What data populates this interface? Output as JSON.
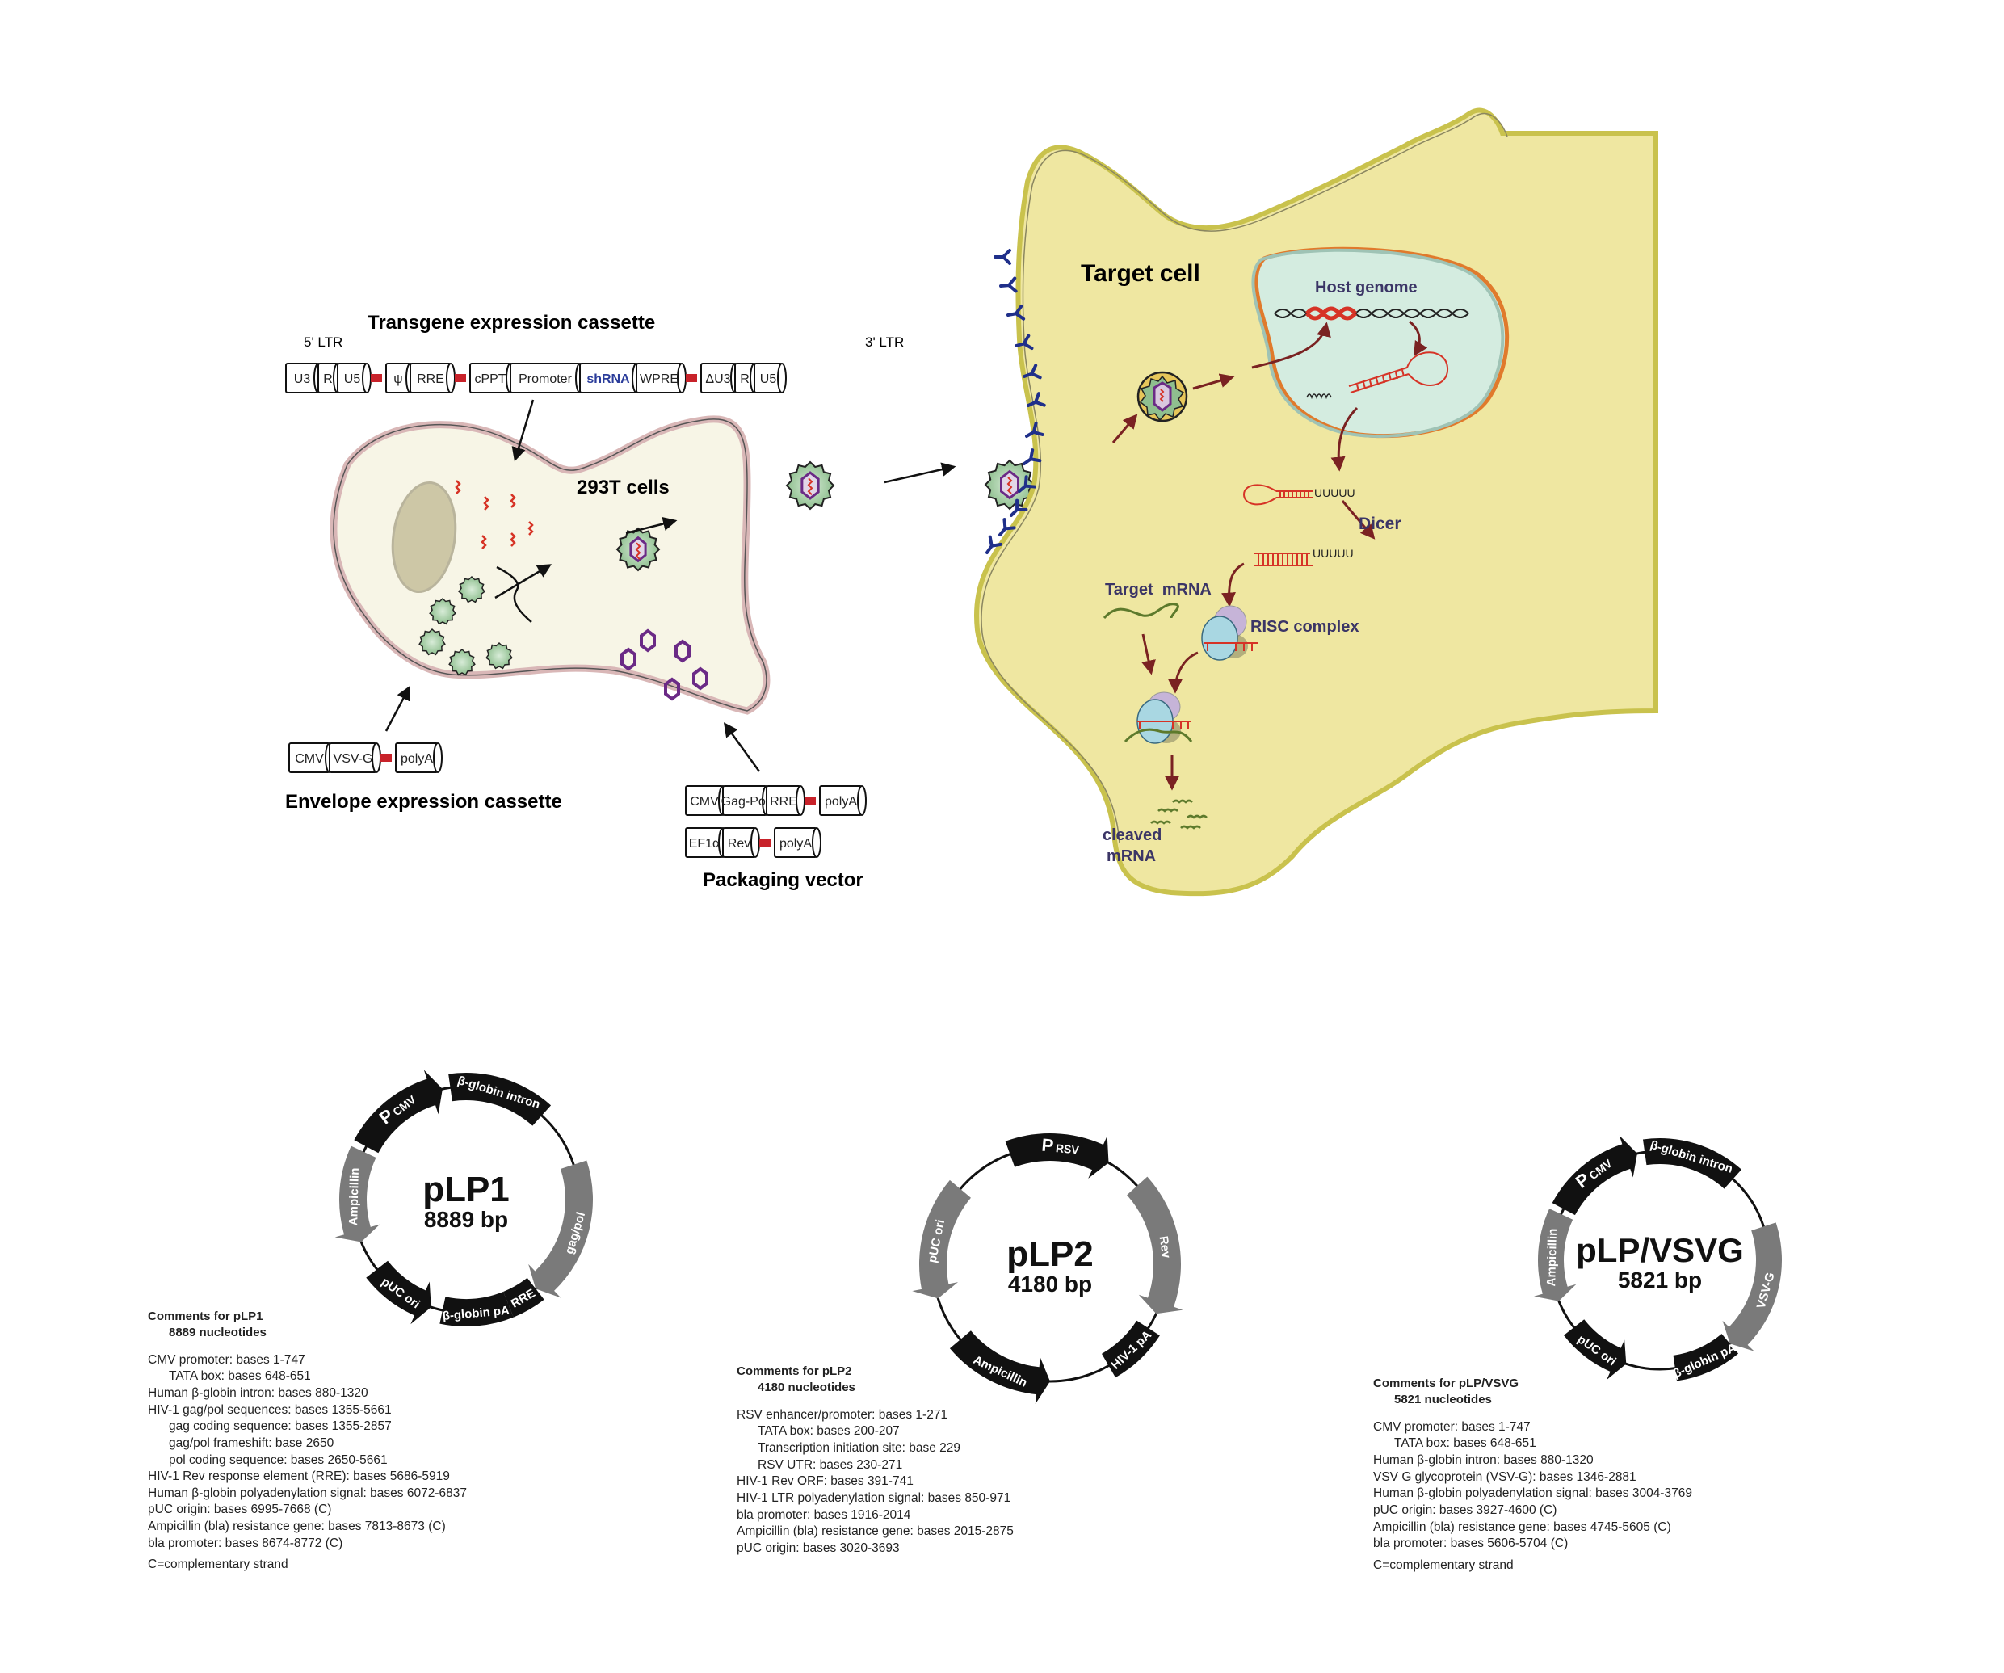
{
  "colors": {
    "cell293_fill": "#f7f5e6",
    "cell293_border": "#d9b7b7",
    "nucleus_fill": "#cdc7a6",
    "target_cell_fill": "#efe7a1",
    "target_cell_border": "#c9c24d",
    "nucleus2_fill": "#d4ece0",
    "nucleus2_border": "#e07a2c",
    "rna_red": "#d63326",
    "arrow_brown": "#7a2222",
    "receptor_blue": "#1f2f8a",
    "envelope_green": "#8fbf8f",
    "capsid_purple": "#6b2a86",
    "shrna_blue": "#2a3c9a",
    "linker_red": "#c8222a",
    "plasmid_black": "#111111",
    "plasmid_gray": "#7a7a7a",
    "mrna_green": "#5d7a2c",
    "risc_blue": "#a9d7e2",
    "risc_purple": "#c6b4d8"
  },
  "transgene": {
    "title": "Transgene expression cassette",
    "ltr5": "5' LTR",
    "ltr3": "3' LTR",
    "segments": [
      "U3",
      "R",
      "U5",
      "ψ",
      "RRE",
      "cPPT",
      "Promoter",
      "shRNA",
      "WPRE",
      "ΔU3",
      "R",
      "U5"
    ]
  },
  "producer": {
    "label": "293T cells"
  },
  "envelope": {
    "title": "Envelope expression cassette",
    "segments": [
      "CMV",
      "VSV-G",
      "polyA"
    ]
  },
  "packaging": {
    "title": "Packaging vector",
    "row1": [
      "CMV",
      "Gag-Pol",
      "RRE",
      "polyA"
    ],
    "row2": [
      "EF1α",
      "Rev",
      "polyA"
    ]
  },
  "target": {
    "label": "Target cell",
    "host_genome": "Host genome",
    "uuuuu1": "UUUUU",
    "dicer": "Dicer",
    "uuuuu2": "UUUUU",
    "target_mrna": "Target  mRNA",
    "risc": "RISC complex",
    "cleaved": "cleaved",
    "mrna": "mRNA"
  },
  "plasmids": [
    {
      "name": "pLP1",
      "size": "8889 bp",
      "features": [
        {
          "label": "P",
          "sub": "CMV",
          "color": "black"
        },
        {
          "label": "β-globin intron",
          "color": "black"
        },
        {
          "label": "gag/pol",
          "color": "gray"
        },
        {
          "label": "RRE",
          "color": "black"
        },
        {
          "label": "β-globin pA",
          "color": "black"
        },
        {
          "label": "pUC ori",
          "color": "black"
        },
        {
          "label": "Ampicillin",
          "color": "gray"
        }
      ],
      "comments": {
        "title": "Comments for pLP1",
        "subtitle": "8889 nucleotides",
        "lines": [
          {
            "text": "CMV promoter: bases 1-747",
            "indent": false
          },
          {
            "text": "TATA box: bases 648-651",
            "indent": true
          },
          {
            "text": "Human β-globin intron: bases 880-1320",
            "indent": false
          },
          {
            "text": "HIV-1 gag/pol sequences: bases 1355-5661",
            "indent": false
          },
          {
            "text": "gag coding sequence: bases 1355-2857",
            "indent": true
          },
          {
            "text": "gag/pol frameshift: base 2650",
            "indent": true
          },
          {
            "text": "pol coding sequence: bases 2650-5661",
            "indent": true
          },
          {
            "text": "HIV-1 Rev response element (RRE): bases 5686-5919",
            "indent": false
          },
          {
            "text": "Human β-globin polyadenylation signal: bases 6072-6837",
            "indent": false
          },
          {
            "text": "pUC origin: bases 6995-7668 (C)",
            "indent": false
          },
          {
            "text": "Ampicillin (bla) resistance gene: bases 7813-8673 (C)",
            "indent": false
          },
          {
            "text": "bla promoter: bases 8674-8772 (C)",
            "indent": false
          }
        ],
        "note": "C=complementary strand"
      }
    },
    {
      "name": "pLP2",
      "size": "4180 bp",
      "features": [
        {
          "label": "P",
          "sub": "RSV",
          "color": "black"
        },
        {
          "label": "Rev",
          "color": "gray"
        },
        {
          "label": "HIV-1 pA",
          "color": "black"
        },
        {
          "label": "Ampicillin",
          "color": "black"
        },
        {
          "label": "pUC ori",
          "color": "gray"
        }
      ],
      "comments": {
        "title": "Comments for pLP2",
        "subtitle": "4180 nucleotides",
        "lines": [
          {
            "text": "RSV enhancer/promoter: bases 1-271",
            "indent": false
          },
          {
            "text": "TATA box: bases 200-207",
            "indent": true
          },
          {
            "text": "Transcription initiation site: base 229",
            "indent": true
          },
          {
            "text": "RSV UTR: bases 230-271",
            "indent": true
          },
          {
            "text": "HIV-1 Rev ORF: bases 391-741",
            "indent": false
          },
          {
            "text": "HIV-1 LTR polyadenylation signal: bases 850-971",
            "indent": false
          },
          {
            "text": "bla promoter: bases 1916-2014",
            "indent": false
          },
          {
            "text": "Ampicillin (bla) resistance gene: bases 2015-2875",
            "indent": false
          },
          {
            "text": "pUC origin: bases 3020-3693",
            "indent": false
          }
        ],
        "note": ""
      }
    },
    {
      "name": "pLP/VSVG",
      "size": "5821 bp",
      "features": [
        {
          "label": "P",
          "sub": "CMV",
          "color": "black"
        },
        {
          "label": "β-globin intron",
          "color": "black"
        },
        {
          "label": "VSV-G",
          "color": "gray"
        },
        {
          "label": "β-globin pA",
          "color": "black"
        },
        {
          "label": "pUC ori",
          "color": "black"
        },
        {
          "label": "Ampicillin",
          "color": "gray"
        }
      ],
      "comments": {
        "title": "Comments for pLP/VSVG",
        "subtitle": "5821 nucleotides",
        "lines": [
          {
            "text": "CMV promoter: bases 1-747",
            "indent": false
          },
          {
            "text": "TATA box: bases 648-651",
            "indent": true
          },
          {
            "text": "Human β-globin intron: bases 880-1320",
            "indent": false
          },
          {
            "text": "VSV G glycoprotein (VSV-G): bases 1346-2881",
            "indent": false
          },
          {
            "text": "Human β-globin polyadenylation signal: bases 3004-3769",
            "indent": false
          },
          {
            "text": "pUC origin: bases 3927-4600 (C)",
            "indent": false
          },
          {
            "text": "Ampicillin (bla) resistance gene: bases 4745-5605 (C)",
            "indent": false
          },
          {
            "text": "bla promoter: bases 5606-5704 (C)",
            "indent": false
          }
        ],
        "note": "C=complementary strand"
      }
    }
  ]
}
